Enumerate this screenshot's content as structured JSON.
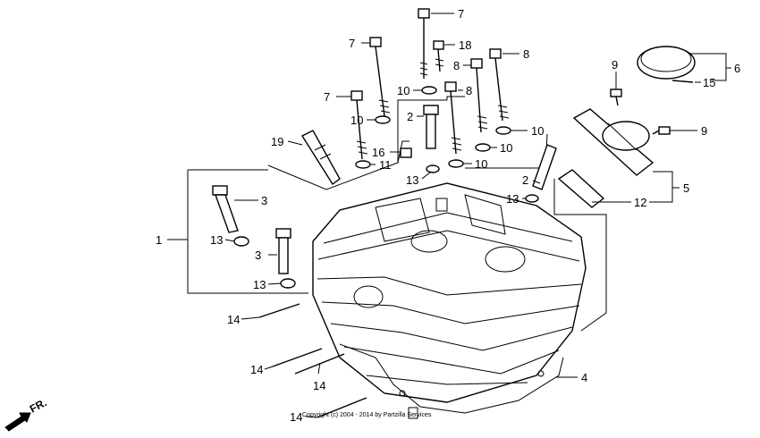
{
  "callouts": [
    {
      "id": "c7a",
      "text": "7"
    },
    {
      "id": "c7b",
      "text": "7"
    },
    {
      "id": "c7c",
      "text": "7"
    },
    {
      "id": "c18",
      "text": "18"
    },
    {
      "id": "c8a",
      "text": "8"
    },
    {
      "id": "c8b",
      "text": "8"
    },
    {
      "id": "c8c",
      "text": "8"
    },
    {
      "id": "c10a",
      "text": "10"
    },
    {
      "id": "c10b",
      "text": "10"
    },
    {
      "id": "c10c",
      "text": "10"
    },
    {
      "id": "c10d",
      "text": "10"
    },
    {
      "id": "c10e",
      "text": "10"
    },
    {
      "id": "c2a",
      "text": "2"
    },
    {
      "id": "c2b",
      "text": "2"
    },
    {
      "id": "c16",
      "text": "16"
    },
    {
      "id": "c11",
      "text": "11"
    },
    {
      "id": "c19",
      "text": "19"
    },
    {
      "id": "c3a",
      "text": "3"
    },
    {
      "id": "c3b",
      "text": "3"
    },
    {
      "id": "c1",
      "text": "1"
    },
    {
      "id": "c13a",
      "text": "13"
    },
    {
      "id": "c13b",
      "text": "13"
    },
    {
      "id": "c13c",
      "text": "13"
    },
    {
      "id": "c13d",
      "text": "13"
    },
    {
      "id": "c14a",
      "text": "14"
    },
    {
      "id": "c14b",
      "text": "14"
    },
    {
      "id": "c14c",
      "text": "14"
    },
    {
      "id": "c14d",
      "text": "14"
    },
    {
      "id": "c4",
      "text": "4"
    },
    {
      "id": "c9a",
      "text": "9"
    },
    {
      "id": "c9b",
      "text": "9"
    },
    {
      "id": "c15",
      "text": "15"
    },
    {
      "id": "c6",
      "text": "6"
    },
    {
      "id": "c12",
      "text": "12"
    },
    {
      "id": "c5",
      "text": "5"
    }
  ],
  "direction_label": "FR.",
  "copyright": "Copyright (c) 2004 - 2014 by Partzilla Services"
}
